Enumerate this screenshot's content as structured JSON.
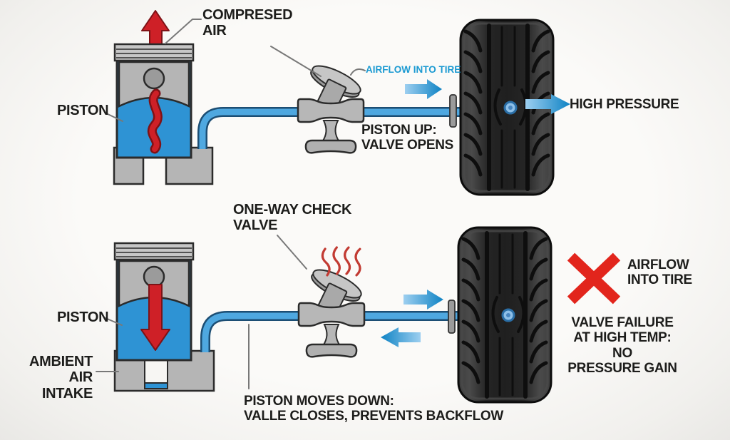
{
  "title": "One-way check valve tire inflation diagram",
  "colors": {
    "background": "#f7f6f3",
    "outline": "#2b2b2b",
    "blue": "#2e93d4",
    "pipe_blue": "#4fa8e0",
    "arrow_blue_dark": "#0f83c4",
    "arrow_blue_light": "#9dcff0",
    "red": "#ce2027",
    "x_red": "#e2251c",
    "gray": "#b5b5b5",
    "gray_dark": "#9b9b9b",
    "tire_dark": "#262626",
    "text": "#1d1d1b",
    "blue_text": "#1b9ad2",
    "leader": "#787878"
  },
  "top_diagram": {
    "compressed_air_label": "COMPRESED\nAIR",
    "piston_label": "PISTON",
    "airflow_label": "AIRFLOW INTO TIRE",
    "piston_up_label": "PISTON UP:\nVALVE OPENS",
    "high_pressure_label": "HIGH PRESSURE"
  },
  "middle": {
    "check_valve_label": "ONE-WAY CHECK\nVALVE"
  },
  "bottom_diagram": {
    "piston_label": "PISTON",
    "ambient_air_label": "AMBIENT AIR\nINTAKE",
    "piston_down_label": "PISTON MOVES DOWN:\nVALLE CLOSES, PREVENTS BACKFLOW",
    "airflow_blocked_label": "AIRFLOW\nINTO TIRE",
    "valve_failure_label": "VALVE FAILURE\nAT HIGH TEMP: NO\nPRESSURE GAIN"
  },
  "icons": {
    "red_x": "x-mark-icon",
    "heat": "heat-waves-icon",
    "up_arrow": "compressed-air-arrow-icon",
    "down_arrow": "piston-down-arrow-icon",
    "flow_arrows": "airflow-arrow-icon"
  }
}
